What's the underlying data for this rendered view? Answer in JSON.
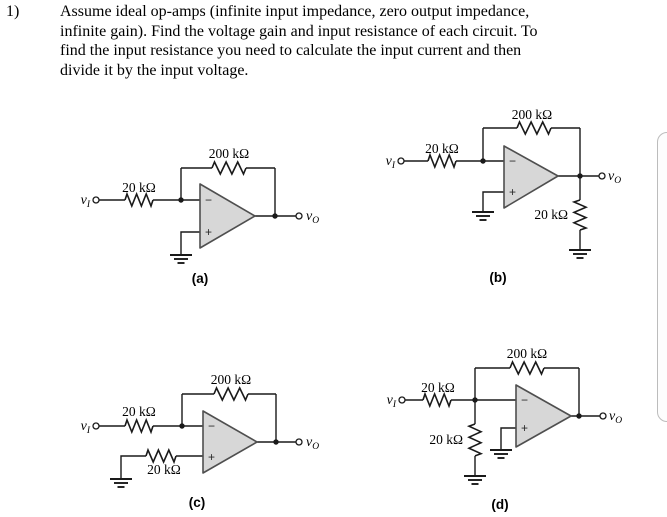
{
  "problem": {
    "number": "1)",
    "lines": [
      "Assume ideal op-amps (infinite input impedance, zero output impedance,",
      "infinite gain). Find the voltage gain and input resistance of each circuit. To",
      "find the input resistance you need to calculate the input current and then",
      "divide it by the input voltage."
    ]
  },
  "opamp": {
    "minus": "−",
    "plus": "+"
  },
  "terminals": {
    "input_base": "v",
    "input_sub": "I",
    "output_base": "v",
    "output_sub": "O"
  },
  "circuits": {
    "a": {
      "label": "(a)",
      "feedback_resistor": "200 kΩ",
      "input_resistor": "20 kΩ"
    },
    "b": {
      "label": "(b)",
      "feedback_resistor": "200 kΩ",
      "input_resistor": "20 kΩ",
      "load_resistor": "20 kΩ"
    },
    "c": {
      "label": "(c)",
      "feedback_resistor": "200 kΩ",
      "input_resistor": "20 kΩ",
      "noninverting_resistor": "20 kΩ"
    },
    "d": {
      "label": "(d)",
      "feedback_resistor": "200 kΩ",
      "input_resistor": "20 kΩ",
      "shunt_resistor": "20 kΩ"
    }
  },
  "colors": {
    "wire": "#1a1a1a",
    "opamp_fill": "#d7d7d7",
    "opamp_stroke": "#4f4f4f"
  }
}
